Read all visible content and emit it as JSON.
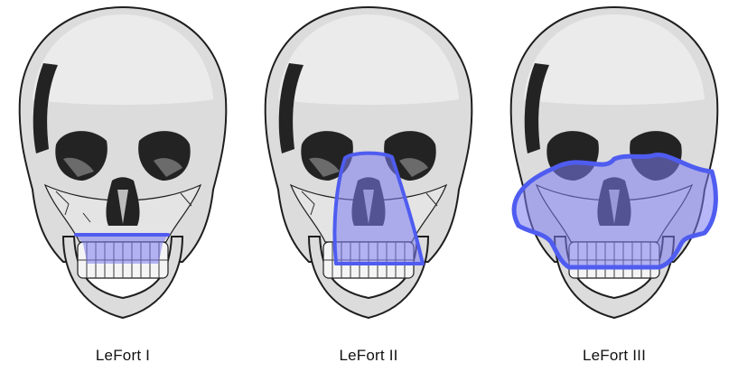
{
  "figures": [
    {
      "label": "LeFort I",
      "fracture": "lefort-1"
    },
    {
      "label": "LeFort II",
      "fracture": "lefort-2"
    },
    {
      "label": "LeFort III",
      "fracture": "lefort-3"
    }
  ],
  "colors": {
    "bone": "#dcdcdc",
    "bone_light": "#ebebeb",
    "outline": "#1e1e1e",
    "cavity": "#232323",
    "highlight_fill": "#7b7bf2",
    "highlight_stroke": "#4f5cf0"
  }
}
